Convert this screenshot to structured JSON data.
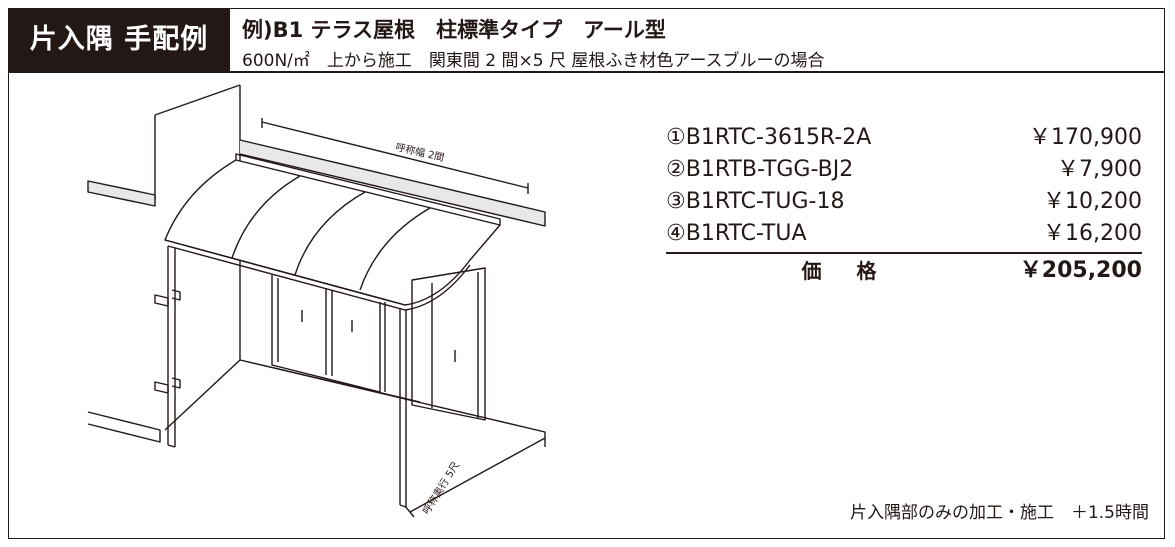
{
  "header": {
    "tag": "片入隅 手配例",
    "title": "例)B1 テラス屋根　柱標準タイプ　アール型",
    "subtitle": "600N/㎡　上から施工　関東間 2 間×5 尺 屋根ふき材色アースブルーの場合"
  },
  "drawing": {
    "width_label": "呼称幅 2間",
    "depth_label": "呼称奥行 5尺"
  },
  "prices": {
    "items": [
      {
        "code": "①B1RTC-3615R-2A",
        "price": "￥170,900"
      },
      {
        "code": "②B1RTB-TGG-BJ2",
        "price": "￥7,900"
      },
      {
        "code": "③B1RTC-TUG-18",
        "price": "￥10,200"
      },
      {
        "code": "④B1RTC-TUA",
        "price": "￥16,200"
      }
    ],
    "total_label": "価 格",
    "total_value": "￥205,200"
  },
  "note": "片入隅部のみの加工・施工　＋1.5時間"
}
